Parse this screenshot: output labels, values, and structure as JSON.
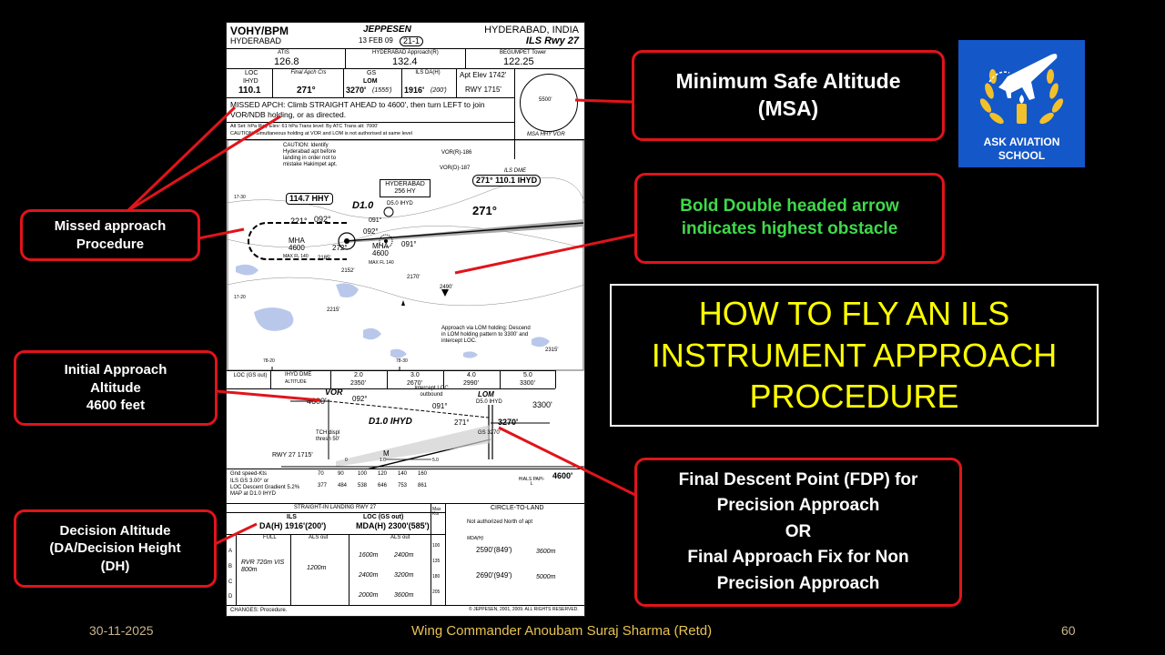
{
  "plate": {
    "id": "VOHY/BPM",
    "city_code": "HYDERABAD",
    "brand": "JEPPESEN",
    "date": "13 FEB 09",
    "page_no": "21-1",
    "location": "HYDERABAD, INDIA",
    "procedure": "ILS Rwy 27",
    "freq": {
      "atis_label": "ATIS",
      "atis": "126.8",
      "app_label": "HYDERABAD Approach(R)",
      "app": "132.4",
      "tower_label": "BEGUMPET Tower",
      "tower": "122.25"
    },
    "boxes": {
      "loc_label": "LOC",
      "loc_id": "IHYD",
      "loc_freq": "110.1",
      "crs_label": "Final Apch Crs",
      "crs": "271°",
      "gs_label": "GS",
      "gs_fix": "LOM",
      "gs_alt": "3270'",
      "gs_alt2": "(1555')",
      "da_label": "ILS DA(H)",
      "da": "1916'",
      "dh": "(200')",
      "apt_elev": "Apt Elev 1742'",
      "rwy": "RWY 1715'"
    },
    "msa": {
      "alt": "5500'",
      "label": "MSA HHY VOR"
    },
    "missed_approach": "MISSED APCH: Climb STRAIGHT AHEAD to 4600', then turn LEFT to join VOR/NDB holding, or as directed.",
    "notes_line1": "Alt Set: hPa      Rwy Elev: 61 hPa      Trans level: By ATC      Trans alt: 7000'",
    "notes_line2": "CAUTION: Simultaneous holding at VOR and LOM is not authorised at same level",
    "plan": {
      "caution": "CAUTION: Identify Hyderabad apt before landing in order not to mistake Hakimpet apt.",
      "vor_box": "114.7 HHY",
      "ndb_box": "HYDERABAD 256 HY",
      "loc_box": "271° 110.1 IHYD",
      "ils_dme": "ILS DME",
      "d10": "D1.0",
      "d50": "D5.0 IHYD",
      "r221": "221°",
      "r092": "092°",
      "r091": "091°",
      "r272": "272°",
      "r271": "271°",
      "r092b": "092°",
      "r091b": "091°",
      "mha1": "MHA 4600",
      "maxfl1": "MAX FL 140",
      "mha2": "MHA 4600",
      "maxfl2": "MAX FL 140",
      "e2185": "2185'",
      "e2152": "2152'",
      "e2170": "2170'",
      "e2490": "2490'",
      "e2215": "2215'",
      "e2315": "2315'",
      "vor_r186": "VOR(R)-186",
      "vor_r187": "VOR(D)-187",
      "lat1": "17-30",
      "lat2": "17-20",
      "lom_note": "Approach via LOM holding: Descend in LOM holding pattern to 3300' and intercept LOC.",
      "lon1": "78-20",
      "lon2": "78-30"
    },
    "dme_table": {
      "head": [
        "LOC (GS out)",
        "IHYD DME",
        "2.0",
        "3.0",
        "4.0",
        "5.0"
      ],
      "row": [
        "ALTITUDE",
        "2350'",
        "2670'",
        "2990'",
        "3300'"
      ]
    },
    "profile": {
      "vor": "VOR",
      "alt_4600": "4600'",
      "r092": "092°",
      "intercept": "Intercept LOC outbound",
      "r091": "091°",
      "lom": "LOM",
      "d50": "D5.0 IHYD",
      "alt_3300": "3300'",
      "d10": "D1.0 IHYD",
      "r271": "271°",
      "alt_3270": "3270'",
      "gs3270": "GS 3270'",
      "tch": "TCH displ thresh 50'",
      "rwy": "RWY 27 1715'",
      "m": "M",
      "d10b": "1.0",
      "d50b": "5.0",
      "dist0": "0",
      "hiale": "HIALS PAPI-L",
      "alt_4600b": "4600'"
    },
    "speed_table": {
      "label1": "Gnd speed-Kts",
      "label2": "ILS GS 3.00° or",
      "label3": "LOC Descent Gradient 5.2%",
      "label4": "MAP at D1.0 IHYD",
      "speeds": [
        "70",
        "90",
        "100",
        "120",
        "140",
        "160"
      ],
      "rates": [
        "377",
        "484",
        "538",
        "646",
        "753",
        "861"
      ]
    },
    "minima": {
      "straight": "STRAIGHT-IN LANDING RWY 27",
      "circle": "CIRCLE-TO-LAND",
      "ils": "ILS",
      "loc": "LOC (GS out)",
      "da": "DA(H) 1916'(200')",
      "mda": "MDA(H) 2300'(585')",
      "full": "FULL",
      "als_out": "ALS out",
      "max_kts": "Max Kts",
      "rvr": "RVR 720m VIS 800m",
      "v1200": "1200m",
      "cat": [
        "A",
        "B",
        "C",
        "D"
      ],
      "loc_vals": [
        "1600m",
        "2400m",
        "2000m",
        "3600m"
      ],
      "loc_vals2": [
        "2400m",
        "3200m"
      ],
      "circle_note": "Not authorized North of apt",
      "mda_h": "MDA(H)",
      "kts": [
        "100",
        "135",
        "180",
        "205"
      ],
      "c1": "2590'(849')",
      "c1v": "3600m",
      "c2": "2690'(949')",
      "c2v": "5000m"
    },
    "changes": "CHANGES: Procedure.",
    "copyright": "© JEPPESEN, 2001, 2009. ALL RIGHTS RESERVED."
  },
  "callouts": {
    "msa": "Minimum Safe Altitude\n(MSA)",
    "obstacle": "Bold Double headed arrow\nindicates highest obstacle",
    "missed": "Missed approach\nProcedure",
    "initial": "Initial Approach\nAltitude\n4600 feet",
    "fdp": "Final Descent Point (FDP) for\nPrecision Approach\nOR\nFinal Approach Fix for Non\nPrecision Approach",
    "da": "Decision Altitude\n(DA/Decision Height\n(DH)"
  },
  "title": "HOW TO FLY AN ILS\nINSTRUMENT APPROACH\nPROCEDURE",
  "logo": {
    "line1": "ASK AVIATION",
    "line2": "SCHOOL"
  },
  "footer": {
    "date": "30-11-2025",
    "author": "Wing Commander Anoubam Suraj Sharma (Retd)",
    "page": "60"
  },
  "colors": {
    "callout_border": "#e0141a",
    "title_text": "#ffff00",
    "obstacle_text": "#3fd94a",
    "logo_bg": "#1457c8"
  }
}
